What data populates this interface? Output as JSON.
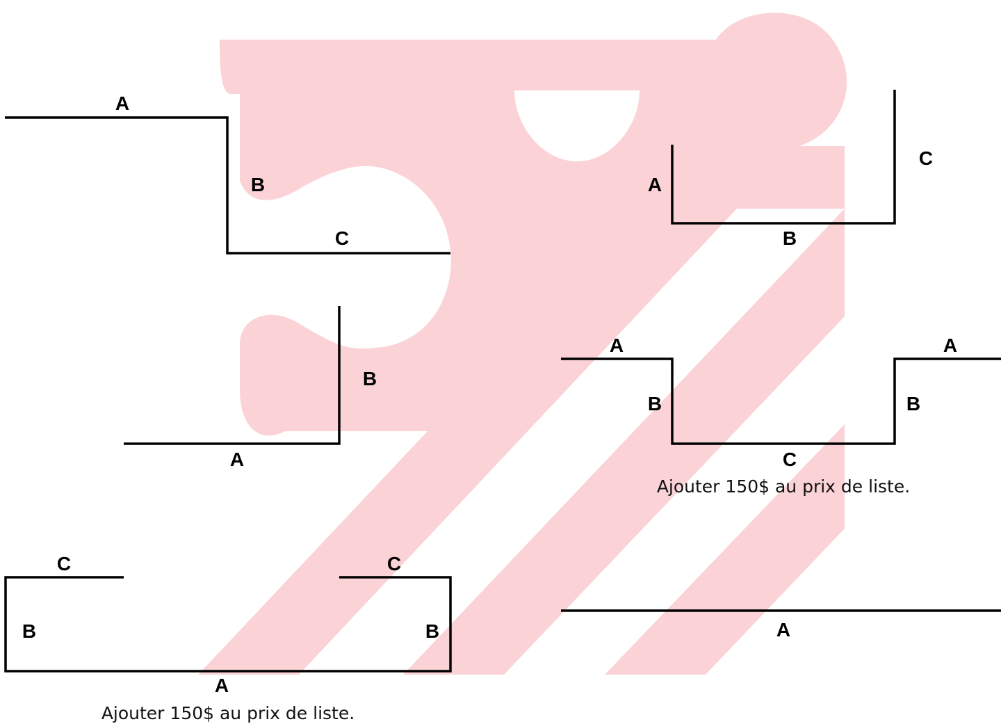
{
  "watermark": {
    "name": "brand-watermark",
    "color": "#fbd3d6"
  },
  "profiles": [
    {
      "id": "profile-1",
      "labels": [
        "A",
        "B",
        "C"
      ]
    },
    {
      "id": "profile-2",
      "labels": [
        "B",
        "A"
      ]
    },
    {
      "id": "profile-3",
      "labels": [
        "A",
        "B",
        "C"
      ]
    },
    {
      "id": "profile-4",
      "labels": [
        "A",
        "B",
        "C",
        "B",
        "A"
      ],
      "note": "Ajouter 150$ au prix de liste."
    },
    {
      "id": "profile-5",
      "labels": [
        "C",
        "B",
        "A",
        "B",
        "C"
      ],
      "note": "Ajouter 150$ au prix de liste."
    },
    {
      "id": "profile-6",
      "labels": [
        "A"
      ]
    }
  ]
}
